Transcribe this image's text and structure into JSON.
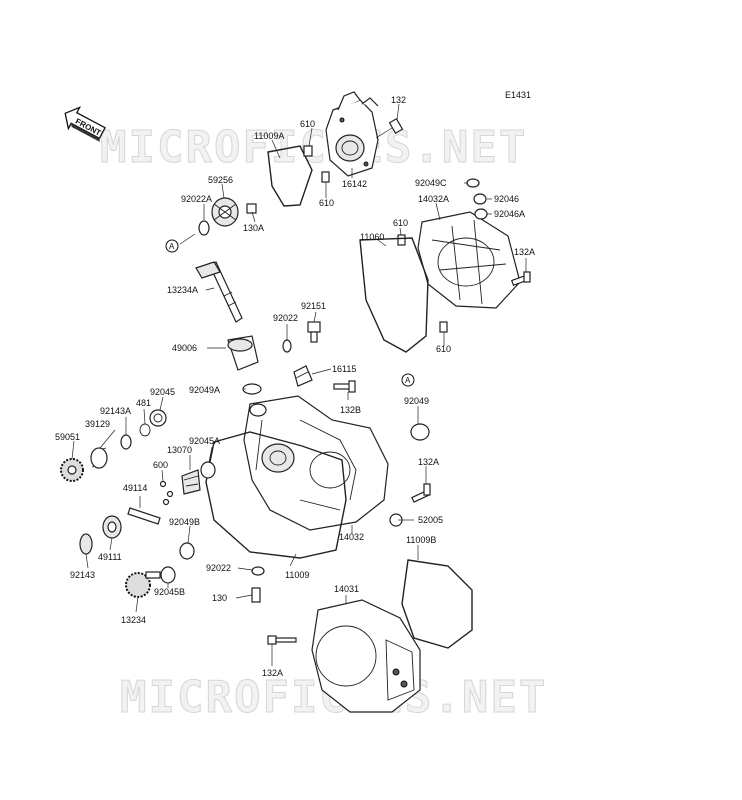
{
  "diagram_code": "E1431",
  "front_label": "FRONT",
  "watermark": {
    "top": "MICROFICHES.NET",
    "bottom": "MICROFICHES.NET"
  },
  "ref_marker": "A",
  "part_labels": {
    "p132_top": "132",
    "p610_top": "610",
    "p11009A": "11009A",
    "p610_mid": "610",
    "p16142": "16142",
    "p59256": "59256",
    "p92022A": "92022A",
    "p130A": "130A",
    "p92049C": "92049C",
    "p92046": "92046",
    "p14032A": "14032A",
    "p92046A": "92046A",
    "p610_right": "610",
    "p11060": "11060",
    "p132A_right": "132A",
    "p13234A": "13234A",
    "p92151": "92151",
    "p92022_mid": "92022",
    "p610_bottom": "610",
    "p49006": "49006",
    "p16115": "16115",
    "p92049A": "92049A",
    "p92045": "92045",
    "p481": "481",
    "p92143A": "92143A",
    "p132B": "132B",
    "p92049": "92049",
    "p39129": "39129",
    "p59051": "59051",
    "p13070": "13070",
    "p92045A": "92045A",
    "p600": "600",
    "p132A_mid": "132A",
    "p49114": "49114",
    "p52005": "52005",
    "p92049B": "92049B",
    "p14032": "14032",
    "p11009B": "11009B",
    "p49111": "49111",
    "p92143": "92143",
    "p92022_bottom": "92022",
    "p11009": "11009",
    "p92045B": "92045B",
    "p130": "130",
    "p14031": "14031",
    "p13234": "13234",
    "p132A_bottom": "132A"
  }
}
